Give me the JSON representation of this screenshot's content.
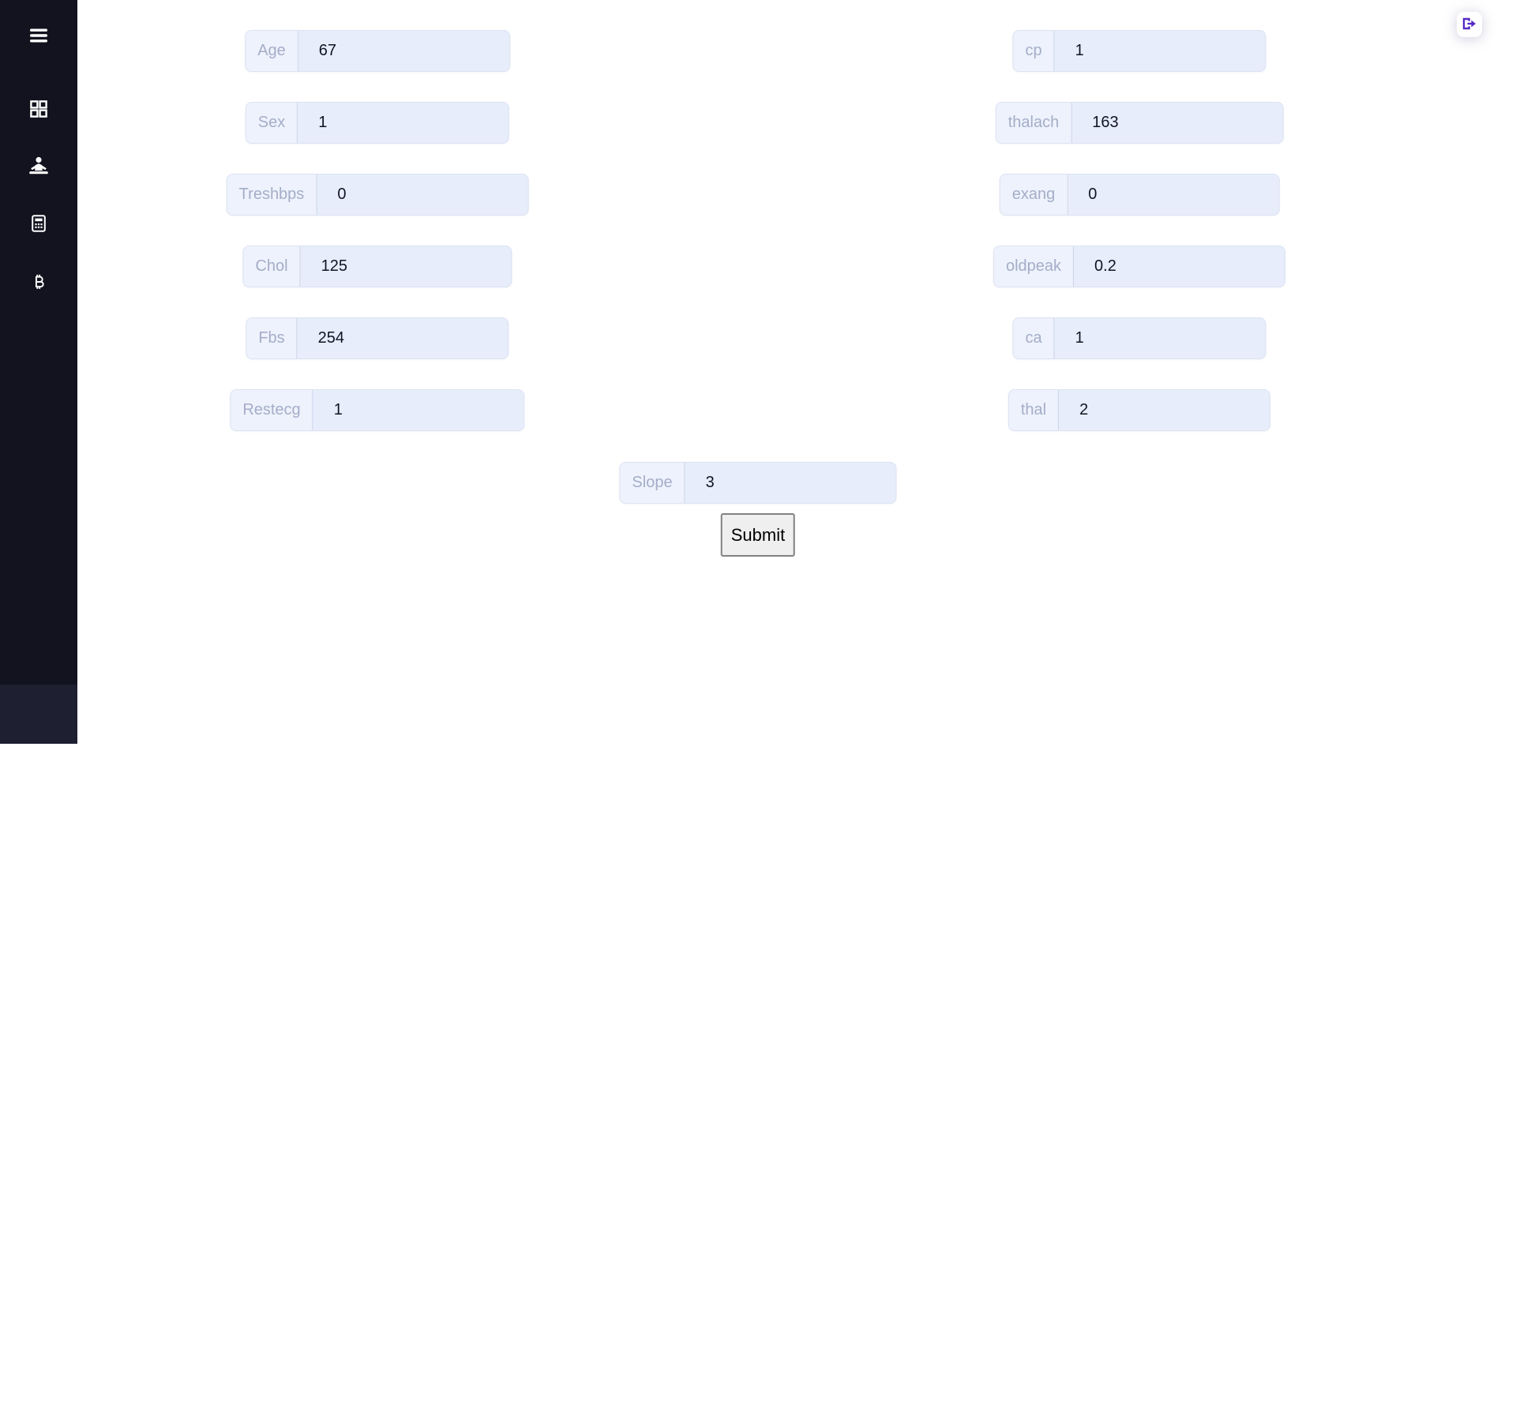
{
  "sidebar": {
    "background": "#12131f",
    "footer_background": "#1e1f31",
    "icon_color": "#ffffff",
    "items": [
      {
        "name": "menu"
      },
      {
        "name": "dashboard-grid"
      },
      {
        "name": "patient-at-desk"
      },
      {
        "name": "calculator"
      },
      {
        "name": "bitcoin"
      }
    ],
    "footer_item": {
      "name": "logout"
    }
  },
  "header": {
    "signout": {
      "name": "sign-out",
      "icon_color": "#5629c6",
      "background": "#ffffff"
    }
  },
  "form": {
    "left": [
      {
        "label": "Age",
        "value": "67"
      },
      {
        "label": "Sex",
        "value": "1"
      },
      {
        "label": "Treshbps",
        "value": "0"
      },
      {
        "label": "Chol",
        "value": "125"
      },
      {
        "label": "Fbs",
        "value": "254"
      },
      {
        "label": "Restecg",
        "value": "1"
      }
    ],
    "right": [
      {
        "label": "cp",
        "value": "1"
      },
      {
        "label": "thalach",
        "value": "163"
      },
      {
        "label": "exang",
        "value": "0"
      },
      {
        "label": "oldpeak",
        "value": "0.2"
      },
      {
        "label": "ca",
        "value": "1"
      },
      {
        "label": "thal",
        "value": "2"
      }
    ],
    "center": {
      "label": "Slope",
      "value": "3"
    },
    "submit_label": "Submit"
  },
  "colors": {
    "field_background": "#e7edfa",
    "field_label_background": "#eef2fc",
    "field_border": "#dbe2f2",
    "field_label_text": "#a4aec8",
    "field_value_text": "#101523",
    "accent_purple": "#5629c6",
    "main_background": "#ffffff"
  }
}
